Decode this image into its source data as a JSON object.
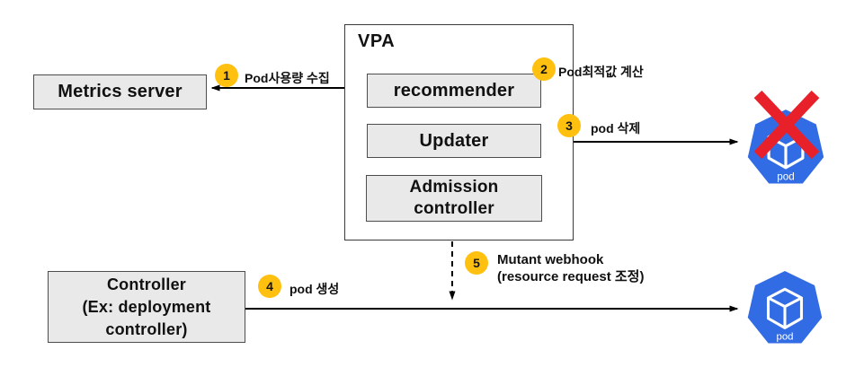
{
  "colors": {
    "badge": "#FFC010",
    "pod_blue": "#326CE5",
    "x_red": "#E8202A",
    "box_fill": "#E9E9E9",
    "box_border": "#4D4D4D",
    "arrow": "#000000"
  },
  "vpa": {
    "title": "VPA",
    "components": [
      {
        "label": "recommender"
      },
      {
        "label": "Updater"
      },
      {
        "label": "Admission controller"
      }
    ]
  },
  "nodes": {
    "metrics_server": "Metrics server",
    "controller_lines": [
      "Controller",
      "(Ex: deployment",
      "controller)"
    ]
  },
  "steps": [
    {
      "num": "1",
      "label": "Pod사용량 수집"
    },
    {
      "num": "2",
      "label": "Pod최적값 계산"
    },
    {
      "num": "3",
      "label": "pod 삭제"
    },
    {
      "num": "4",
      "label": "pod 생성"
    },
    {
      "num": "5",
      "label": "Mutant webhook",
      "sublabel": "(resource request 조정)"
    }
  ],
  "pods": {
    "deleted_label": "pod",
    "created_label": "pod"
  }
}
